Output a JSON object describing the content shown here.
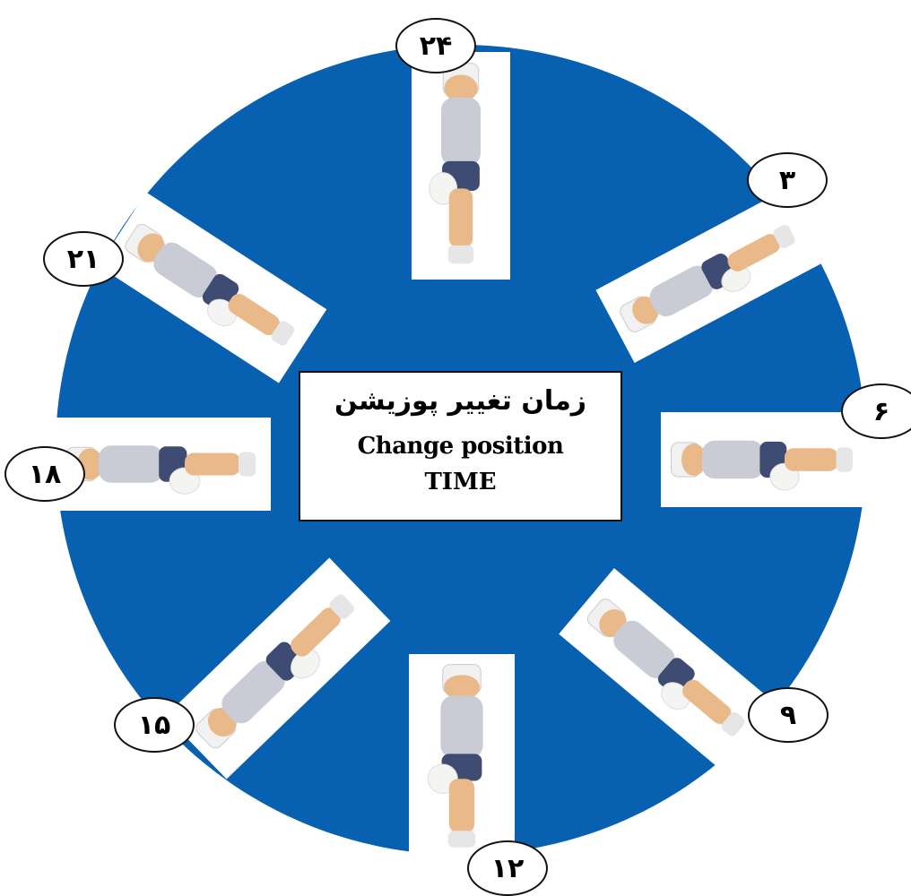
{
  "title_fa": "زمان تغيير پوزيشن",
  "title_en_line1": "Change position",
  "title_en_line2": "TIME",
  "colors": {
    "wheel": "#0760b0",
    "badge_border": "#111111",
    "skin": "#e9b98a",
    "shorts": "#3e4c73"
  },
  "hours": [
    {
      "label": "۲۴",
      "position": "supine"
    },
    {
      "label": "۳",
      "position": "right lateral"
    },
    {
      "label": "۶",
      "position": "left lateral"
    },
    {
      "label": "۹",
      "position": "right lateral"
    },
    {
      "label": "۱۲",
      "position": "prone"
    },
    {
      "label": "۱۵",
      "position": "left lateral"
    },
    {
      "label": "۱۸",
      "position": "supine"
    },
    {
      "label": "۲۱",
      "position": "right lateral"
    }
  ]
}
